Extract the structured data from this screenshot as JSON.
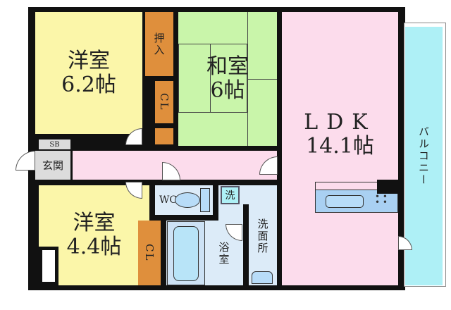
{
  "rooms": {
    "western_1": {
      "name": "洋室",
      "size": "6.2帖"
    },
    "oshiire": "押入",
    "closet_upper": "CL",
    "japanese": {
      "name": "和室",
      "size": "6帖"
    },
    "ldk": {
      "name": "LDK",
      "size": "14.1帖"
    },
    "balcony": "バルコニー",
    "shoe_box": "SB",
    "entrance": "玄関",
    "wc": "WC",
    "washer": "洗",
    "western_2": {
      "name": "洋室",
      "size": "4.4帖"
    },
    "closet_lower": "CL",
    "bathroom": "浴室",
    "washroom": "洗面所"
  },
  "colors": {
    "western": "#fbf6a9",
    "japanese": "#c9f5aa",
    "ldk": "#fcdcec",
    "closet": "#df8f3c",
    "balcony": "#aef0f6",
    "wet": "#dcebf8",
    "entrance": "#dcdcdc"
  }
}
